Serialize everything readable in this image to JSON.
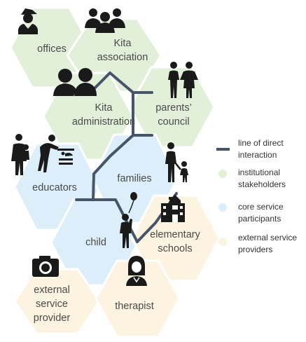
{
  "colors": {
    "institutional": "#e2efd9",
    "core": "#dceef9",
    "external": "#fdf3e1",
    "interaction_line": "#47556a",
    "icon": "#1a1a1a",
    "text": "#4a4a4a"
  },
  "nodes": {
    "offices": {
      "lines": [
        "offices"
      ],
      "group": "institutional"
    },
    "kita_association": {
      "lines": [
        "Kita",
        "association"
      ],
      "group": "institutional"
    },
    "kita_administration": {
      "lines": [
        "Kita",
        "administration"
      ],
      "group": "institutional"
    },
    "parents_council": {
      "lines": [
        "parents’",
        "council"
      ],
      "group": "institutional"
    },
    "educators": {
      "lines": [
        "educators"
      ],
      "group": "core"
    },
    "families": {
      "lines": [
        "families"
      ],
      "group": "core"
    },
    "child": {
      "lines": [
        "child"
      ],
      "group": "core"
    },
    "elementary_schools": {
      "lines": [
        "elementary",
        "schools"
      ],
      "group": "external"
    },
    "external_service_provider": {
      "lines": [
        "external",
        "service",
        "provider"
      ],
      "group": "external"
    },
    "therapist": {
      "lines": [
        "therapist"
      ],
      "group": "external"
    }
  },
  "legend": {
    "line": {
      "lines": [
        "line of direct",
        "interaction"
      ]
    },
    "institutional": {
      "lines": [
        "institutional",
        "stakeholders"
      ],
      "color": "#e2efd9"
    },
    "core": {
      "lines": [
        "core service",
        "participants"
      ],
      "color": "#dceef9"
    },
    "external": {
      "lines": [
        "external service",
        "providers"
      ],
      "color": "#fdf3e1"
    }
  },
  "icons": {
    "offices": "office-worker-icon",
    "kita_association": "group-of-three-icon",
    "kita_administration": "two-people-icon",
    "parents_council": "couple-icon",
    "educators": "educator-with-children-icon",
    "families": "parent-and-child-icon",
    "child": "child-with-balloon-icon",
    "elementary_schools": "school-building-icon",
    "external_service_provider": "camera-icon",
    "therapist": "therapist-icon"
  }
}
